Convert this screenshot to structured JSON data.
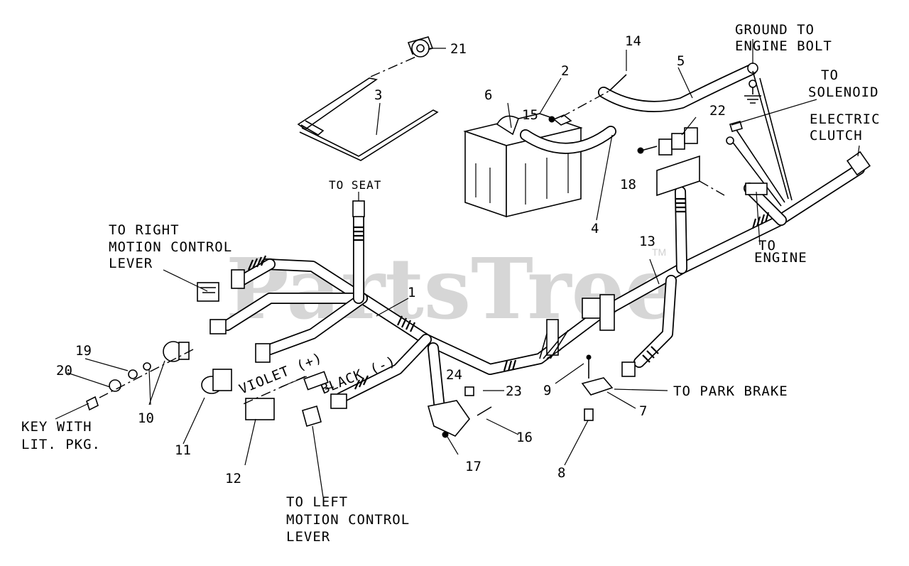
{
  "watermark": {
    "brand": "PartsTree",
    "trademark": "TM"
  },
  "callouts": {
    "ground_to_engine_bolt": [
      "GROUND TO",
      "ENGINE BOLT"
    ],
    "to_solenoid": [
      "TO",
      "SOLENOID"
    ],
    "electric_clutch": [
      "ELECTRIC",
      "CLUTCH"
    ],
    "to_seat": "TO SEAT",
    "to_right_motion_control_lever": [
      "TO RIGHT",
      "MOTION CONTROL",
      "LEVER"
    ],
    "to_engine": [
      "TO",
      "ENGINE"
    ],
    "violet_plus": "VIOLET (+)",
    "black_minus": "BLACK (-)",
    "to_park_brake": "TO PARK BRAKE",
    "key_with_lit_pkg": [
      "KEY WITH",
      "LIT. PKG."
    ],
    "to_left_motion_control_lever": [
      "TO LEFT",
      "MOTION CONTROL",
      "LEVER"
    ]
  },
  "part_numbers": {
    "p1": "1",
    "p2": "2",
    "p3": "3",
    "p4": "4",
    "p5": "5",
    "p6": "6",
    "p7": "7",
    "p8": "8",
    "p9": "9",
    "p10": "10",
    "p11": "11",
    "p12": "12",
    "p13": "13",
    "p14": "14",
    "p15": "15",
    "p16": "16",
    "p17": "17",
    "p18": "18",
    "p19": "19",
    "p20": "20",
    "p21": "21",
    "p22": "22",
    "p23": "23",
    "p24": "24"
  }
}
